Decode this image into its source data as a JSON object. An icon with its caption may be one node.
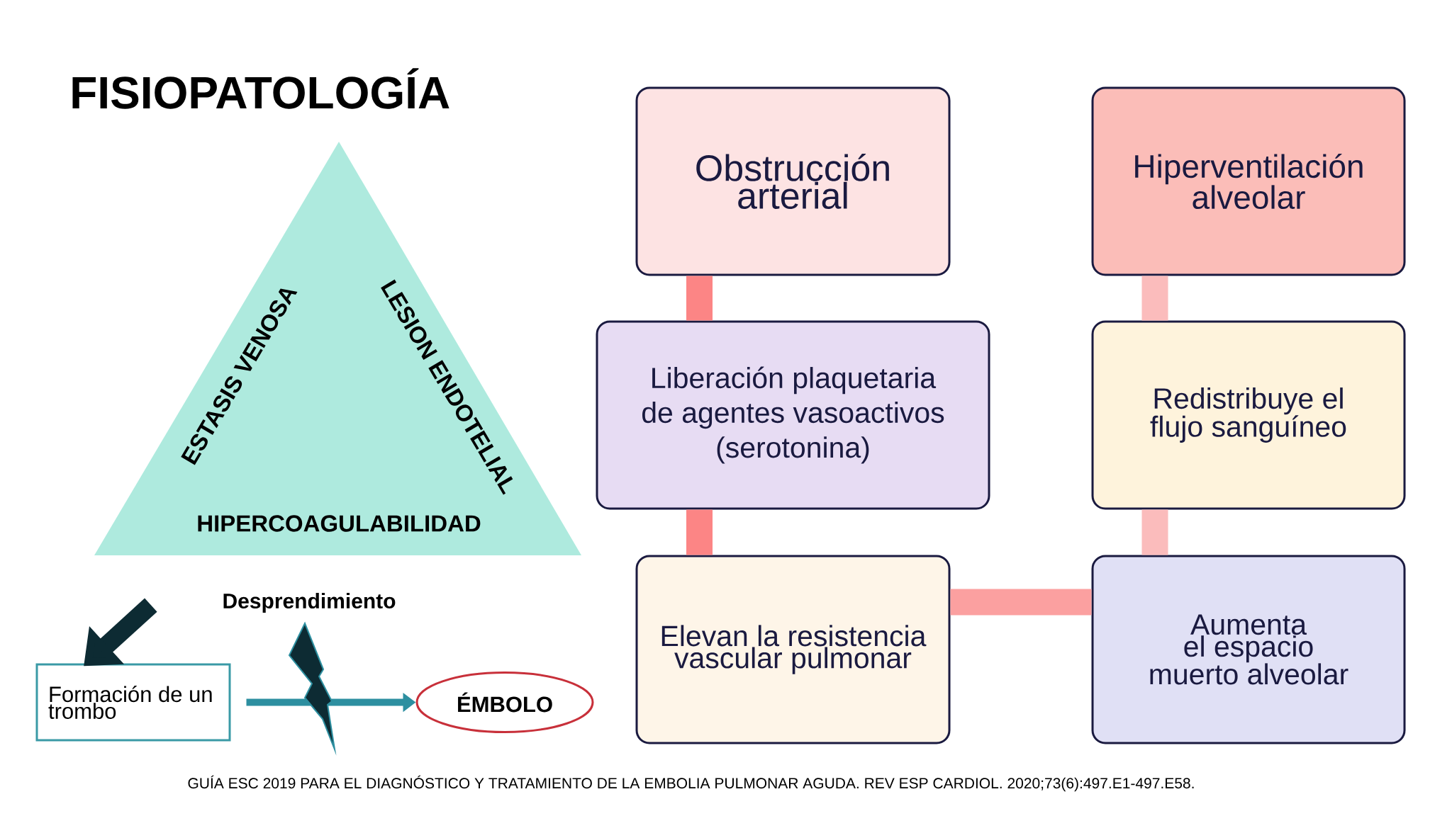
{
  "diagram": {
    "title": "FISIOPATOLOGÍA",
    "caption": "GUÍA ESC 2019 PARA EL DIAGNÓSTICO Y TRATAMIENTO DE LA EMBOLIA PULMONAR AGUDA. REV ESP CARDIOL. 2020;73(6):497.E1-497.E58.",
    "nodes": [
      {
        "text": [
          "ESTASIS VENOSA",
          "LESION ENDOTELIAL",
          "HIPERCOAGULABILIDAD"
        ]
      },
      {
        "text": [
          "Formación de un trombo"
        ]
      },
      {
        "text": [
          "ÉMBOLO"
        ]
      },
      {
        "text": [
          "Obstrucción arterial"
        ]
      },
      {
        "text": [
          "Hiperventilación alveolar"
        ]
      },
      {
        "text": [
          "Liberación plaquetaria de agentes vasoactivos",
          "(serotonina)"
        ]
      },
      {
        "text": [
          "Redistribuye el flujo sanguíneo"
        ]
      },
      {
        "text": [
          "Elevan la resistencia vascular pulmonar"
        ]
      },
      {
        "text": [
          "Aumenta el espacio muerto alveolar"
        ]
      }
    ],
    "edges": [
      {
        "from": 0,
        "to": 1,
        "arrow": "to",
        "color": "#0d2b33"
      },
      {
        "from": 1,
        "to": 2,
        "arrow": "to",
        "label": "Desprendimiento",
        "color": "#2d8fa0"
      },
      {
        "from": 3,
        "to": 5,
        "arrow": "none",
        "color": "#fc8585"
      },
      {
        "from": 5,
        "to": 7,
        "arrow": "none",
        "color": "#fc8585"
      },
      {
        "from": 7,
        "to": 8,
        "arrow": "none",
        "color": "#fba0a0"
      },
      {
        "from": 4,
        "to": 6,
        "arrow": "none",
        "color": "#fbbcbc"
      },
      {
        "from": 6,
        "to": 8,
        "arrow": "none",
        "color": "#fbbcbc"
      }
    ]
  }
}
